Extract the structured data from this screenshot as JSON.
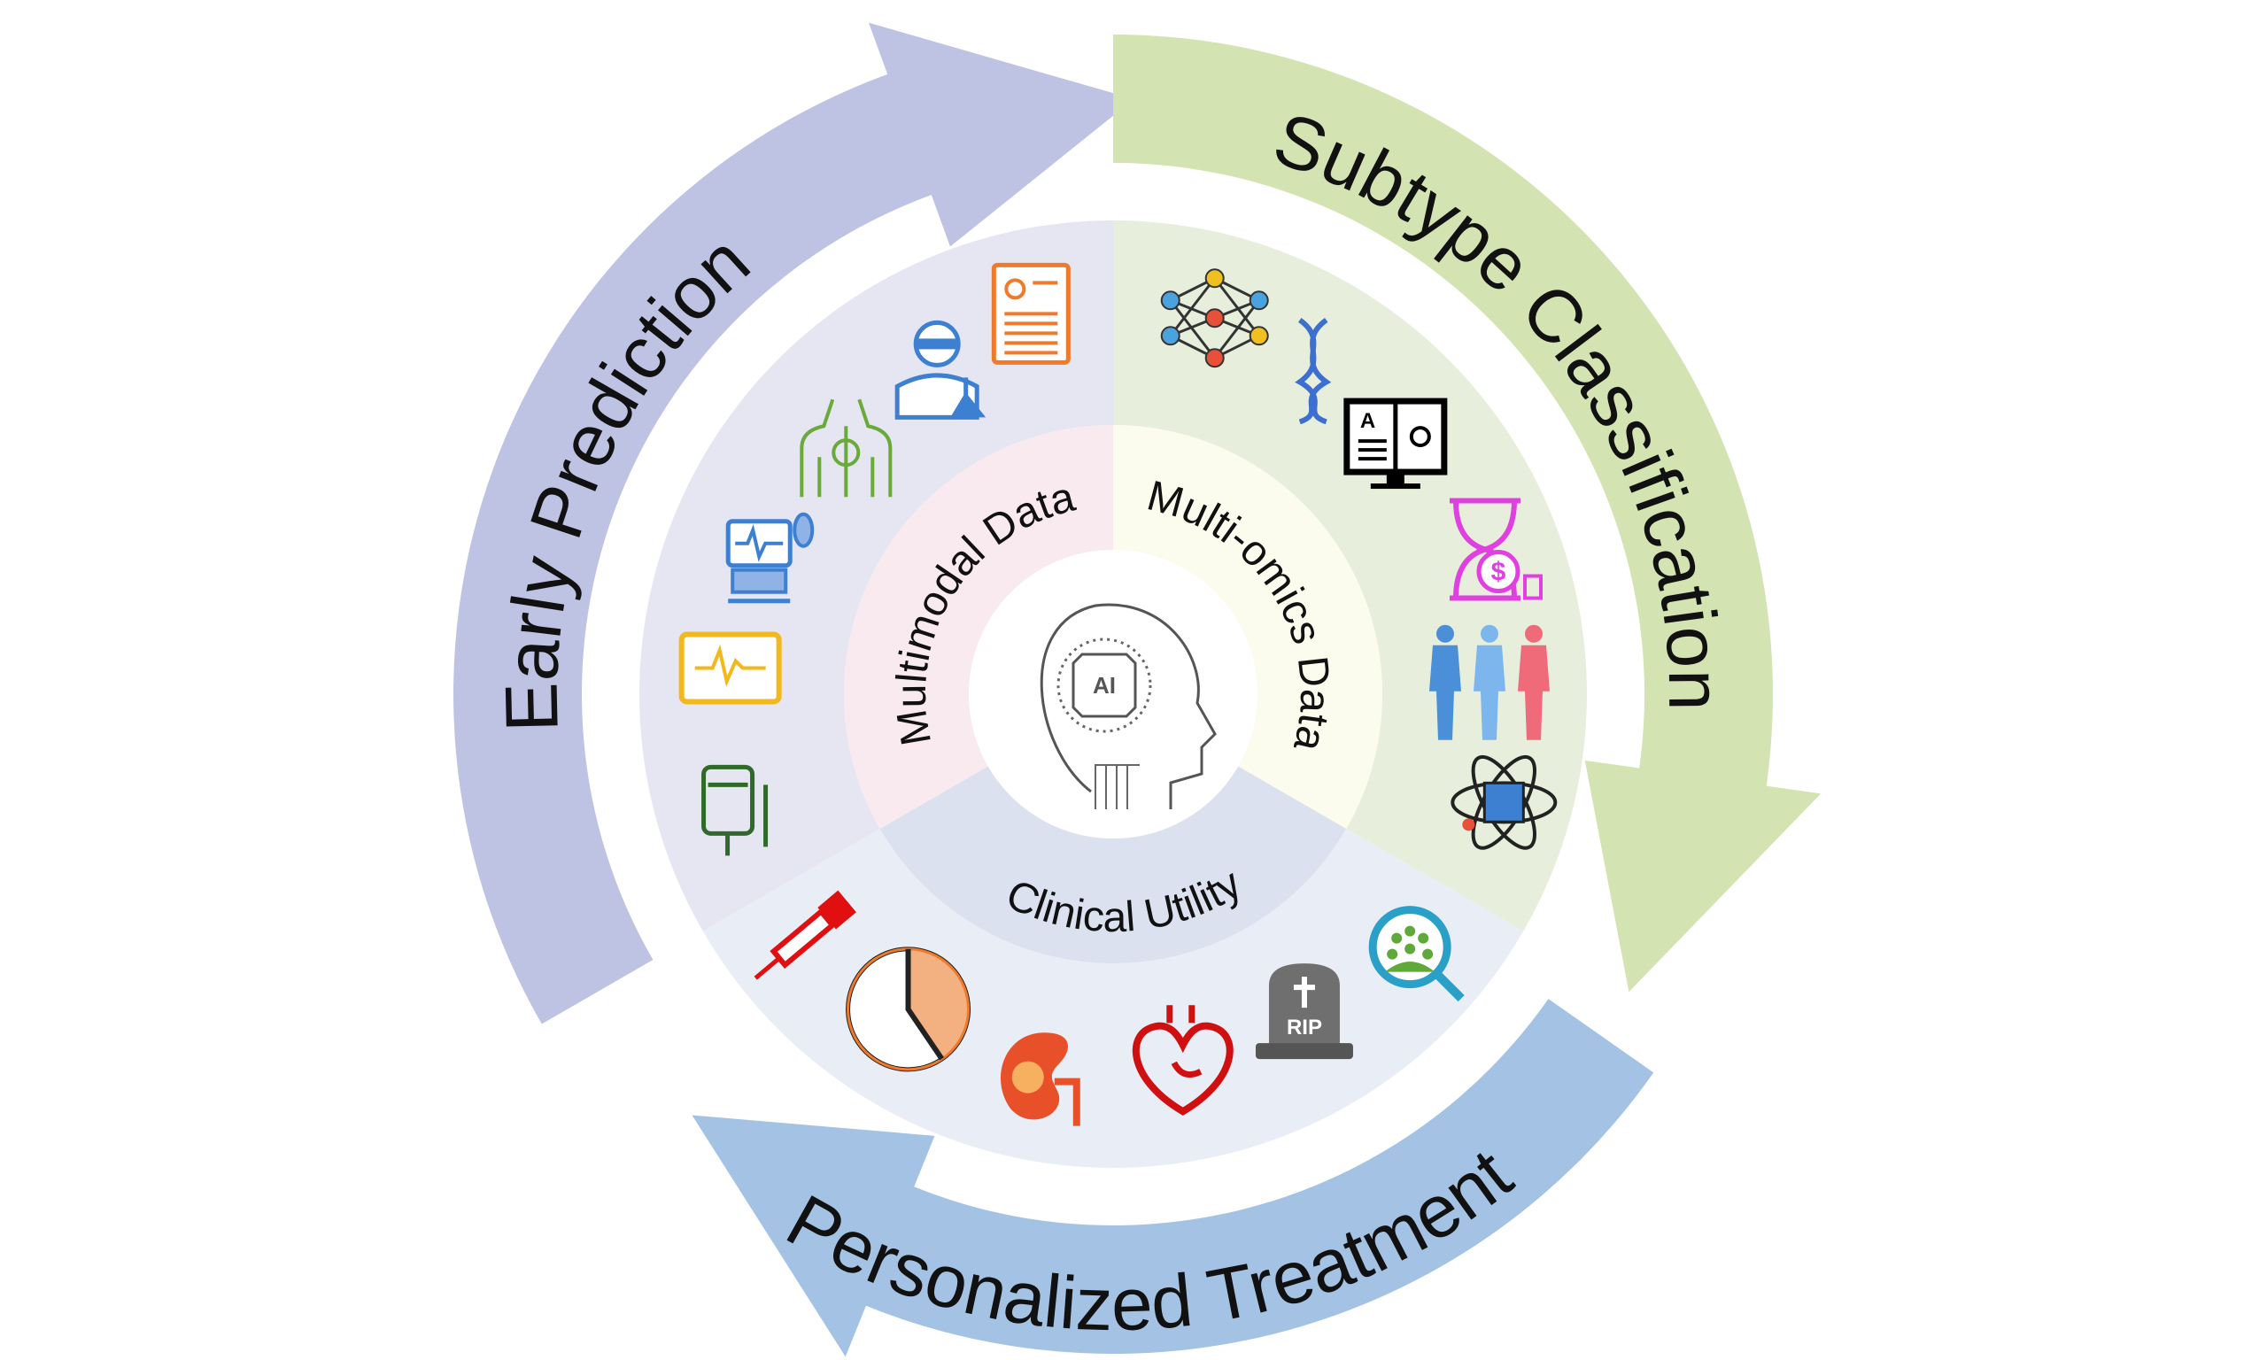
{
  "center": {
    "icon": "ai-brain-head-icon",
    "label": "AI"
  },
  "cycle_arrows": [
    {
      "label": "Early Prediction",
      "color": "#bfc3e3"
    },
    {
      "label": "Subtype Classification",
      "color": "#d3e3b2"
    },
    {
      "label": "Personalized Treatment",
      "color": "#a4c3e4"
    }
  ],
  "sectors": [
    {
      "label": "Multimodal Data",
      "outer_color": "#e6e5f2",
      "inner_color": "#f8eaee",
      "icons": [
        "medical-record-icon",
        "scientist-icon",
        "lungs-body-icon",
        "ventilator-icon",
        "ecg-monitor-icon",
        "iv-drip-icon"
      ]
    },
    {
      "label": "Multi-omics Data",
      "outer_color": "#e7efdc",
      "inner_color": "#fbfbee",
      "icons": [
        "neural-network-icon",
        "dna-icon",
        "digital-book-icon",
        "hourglass-cost-icon",
        "human-bodies-icon",
        "atom-server-icon"
      ]
    },
    {
      "label": "Clinical Utility",
      "outer_color": "#e9edf5",
      "inner_color": "#dce1ef",
      "icons": [
        "syringe-icon",
        "clock-icon",
        "kidney-icon",
        "heart-icon",
        "tombstone-icon",
        "population-search-icon"
      ]
    }
  ],
  "icon_text": {
    "tombstone": "RIP",
    "cost": "$"
  }
}
